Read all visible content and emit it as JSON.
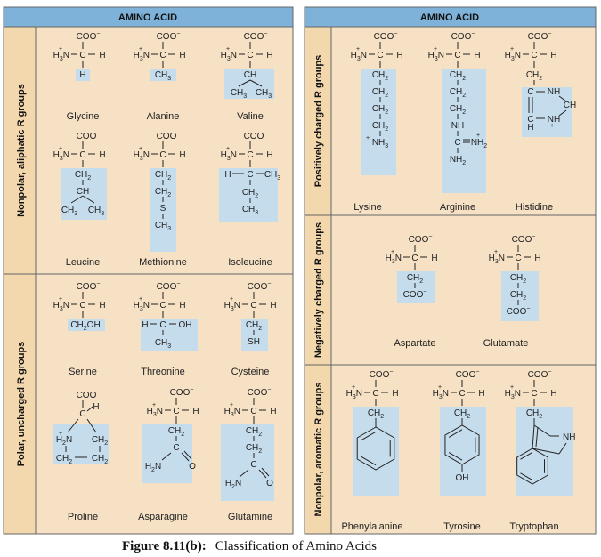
{
  "left_panel": {
    "header": "AMINO ACID",
    "groups": [
      {
        "label": "Nonpolar, aliphatic R groups",
        "amino_acids": [
          "Glycine",
          "Alanine",
          "Valine",
          "Leucine",
          "Methionine",
          "Isoleucine"
        ]
      },
      {
        "label": "Polar, uncharged R groups",
        "amino_acids": [
          "Serine",
          "Threonine",
          "Cysteine",
          "Proline",
          "Asparagine",
          "Glutamine"
        ]
      }
    ]
  },
  "right_panel": {
    "header": "AMINO ACID",
    "groups": [
      {
        "label": "Positively charged R groups",
        "amino_acids": [
          "Lysine",
          "Arginine",
          "Histidine"
        ]
      },
      {
        "label": "Negatively charged R groups",
        "amino_acids": [
          "Aspartate",
          "Glutamate"
        ]
      },
      {
        "label": "Nonpolar, aromatic R groups",
        "amino_acids": [
          "Phenylalanine",
          "Tyrosine",
          "Tryptophan"
        ]
      }
    ]
  },
  "formula_text": {
    "carboxylate": "COO",
    "charge_minus": "−",
    "charge_plus": "+",
    "amine": "H3N",
    "alpha_carbon": "C",
    "hydrogen": "H",
    "ch": "CH",
    "ch2": "CH2",
    "ch3": "CH3",
    "ch2oh": "CH2OH",
    "oh": "OH",
    "sh": "SH",
    "s": "S",
    "nh": "NH",
    "nh2": "NH2",
    "nh3": "NH3",
    "o": "O",
    "n": "N"
  },
  "caption": {
    "label": "Figure 8.11(b):",
    "text": "Classification of Amino Acids"
  },
  "colors": {
    "panel_fill": "#f6e1c4",
    "header_fill": "#7fb2d9",
    "side_fill": "#f3d8ad",
    "highlight": "#c5dcec",
    "border": "#666666"
  }
}
